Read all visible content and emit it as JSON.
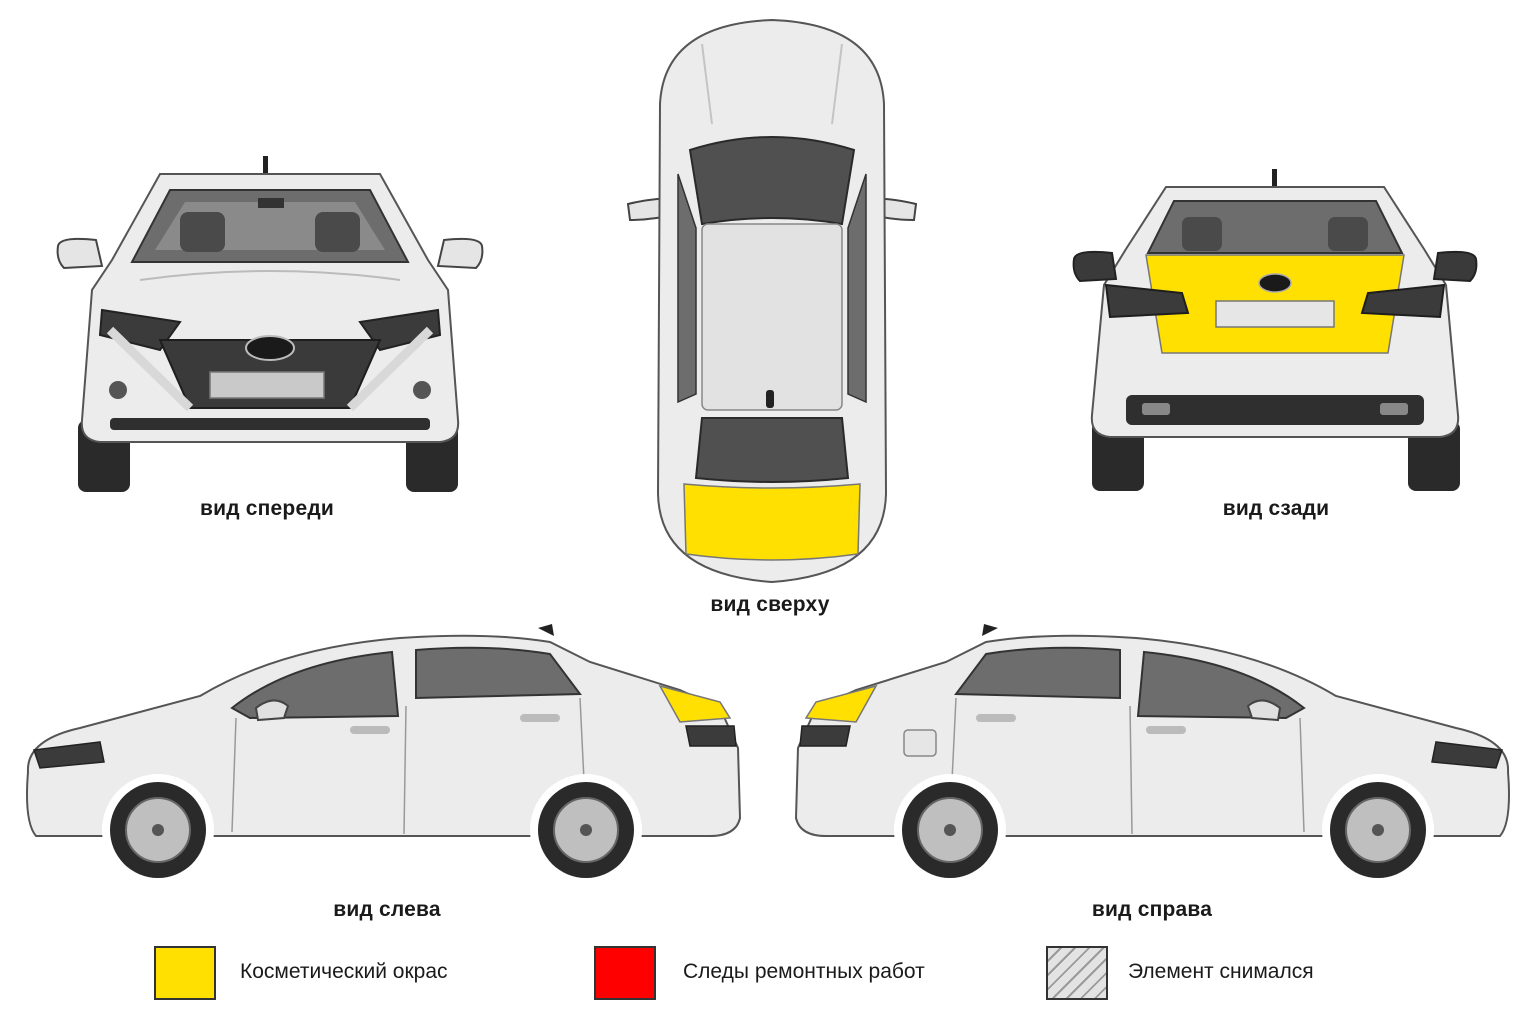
{
  "views": {
    "front": "вид спереди",
    "top": "вид сверху",
    "rear": "вид сзади",
    "left": "вид слева",
    "right": "вид справа"
  },
  "legend": [
    {
      "label": "Косметический окрас",
      "color": "#FFE000",
      "pattern": "solid"
    },
    {
      "label": "Следы ремонтных работ",
      "color": "#FF0000",
      "pattern": "solid"
    },
    {
      "label": "Элемент снимался",
      "color": "#D0D0D0",
      "pattern": "hatched"
    }
  ],
  "highlighted_parts": [
    {
      "part": "trunk-lid",
      "color": "#FFE000"
    }
  ]
}
